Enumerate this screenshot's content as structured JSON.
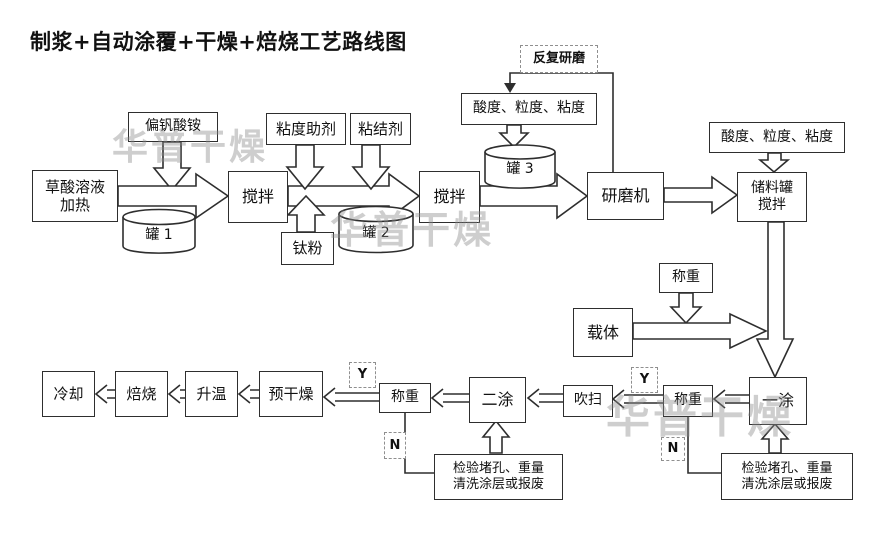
{
  "title": "制浆+自动涂覆+干燥+焙烧工艺路线图",
  "watermark": "华普干燥",
  "nodes": {
    "vanadate": "偏钒酸铵",
    "oxalic": "草酸溶液\n加热",
    "viscosity_aid": "粘度助剂",
    "binder": "粘结剂",
    "stir1": "搅拌",
    "ti_powder": "钛粉",
    "stir2": "搅拌",
    "quality_check_left": "酸度、粒度、粘度",
    "regrind": "反复研磨",
    "grinder": "研磨机",
    "quality_check_right": "酸度、粒度、粘度",
    "storage_tank": "储料罐\n搅拌",
    "weigh_carrier": "称重",
    "carrier": "载体",
    "coat_first": "一涂",
    "weigh_coat1": "称重",
    "blow": "吹扫",
    "coat_second": "二涂",
    "weigh_coat2": "称重",
    "pre_dry": "预干燥",
    "heat_up": "升温",
    "roast": "焙烧",
    "cool": "冷却",
    "inspect_coat1": "检验堵孔、重量\n清洗涂层或报废",
    "inspect_coat2": "检验堵孔、重量\n清洗涂层或报废",
    "tank1": "罐 1",
    "tank2": "罐 2",
    "tank3": "罐 3",
    "yes": "Y",
    "no": "N"
  }
}
